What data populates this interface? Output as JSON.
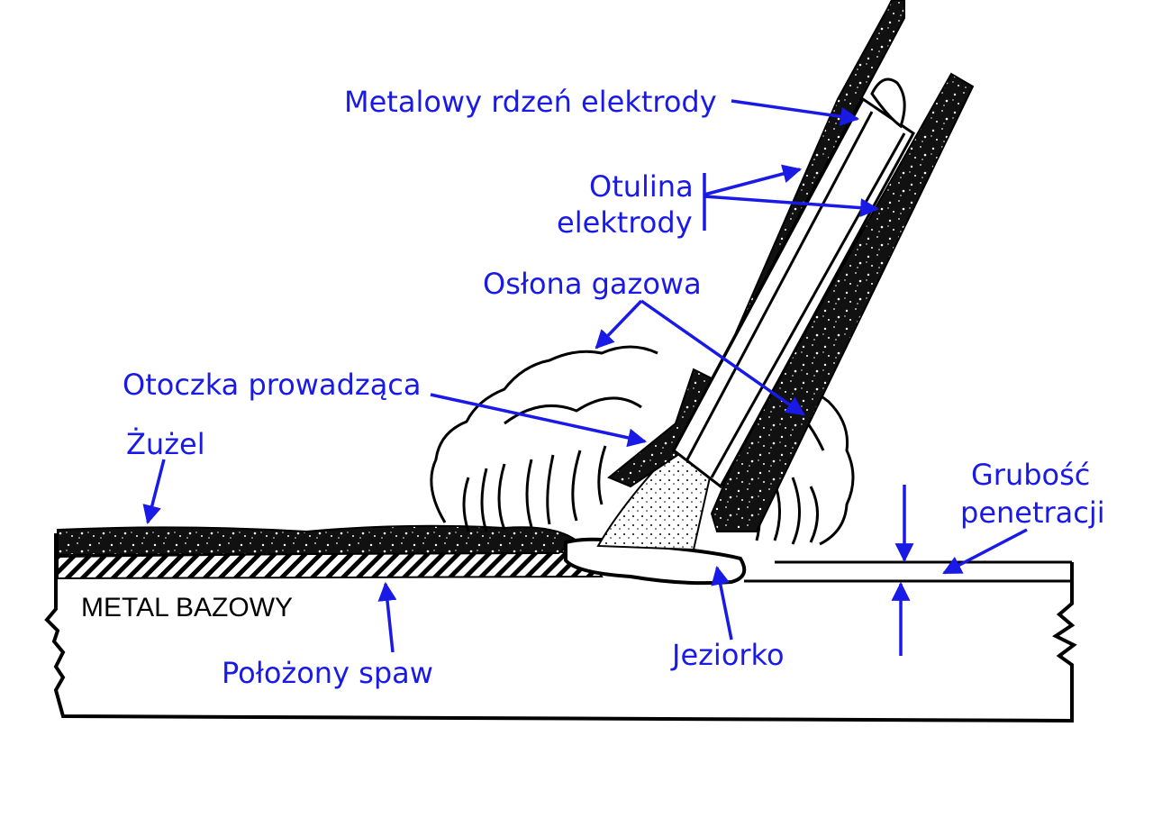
{
  "colors": {
    "label": "#1a1ae6",
    "ink": "#000000",
    "background": "#ffffff"
  },
  "labels": {
    "electrode_core": "Metalowy rdzeń elektrody",
    "flux_coating_line1": "Otulina",
    "flux_coating_line2": "elektrody",
    "gas_shield": "Osłona gazowa",
    "arc_stream": "Otoczka prowadząca",
    "slag": "Żużel",
    "base_metal": "METAL BAZOWY",
    "deposited_weld": "Położony spaw",
    "weld_pool": "Jeziorko",
    "penetration_line1": "Grubość",
    "penetration_line2": "penetracji"
  }
}
